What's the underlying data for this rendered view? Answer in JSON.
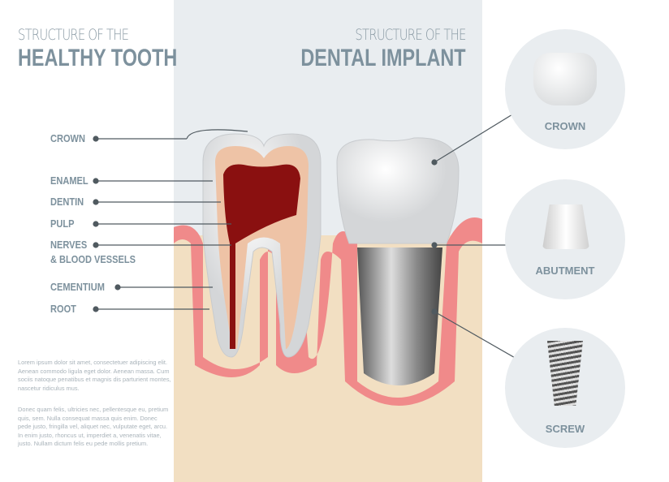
{
  "left_title": {
    "line1": "STRUCTURE OF THE",
    "line2": "HEALTHY TOOTH"
  },
  "right_title": {
    "line1": "STRUCTURE OF THE",
    "line2": "DENTAL IMPLANT"
  },
  "tooth_labels": [
    "CROWN",
    "ENAMEL",
    "DENTIN",
    "PULP",
    "NERVES",
    "& BLOOD VESSELS",
    "CEMENTIUM",
    "ROOT"
  ],
  "implant_parts": [
    {
      "label": "CROWN"
    },
    {
      "label": "ABUTMENT"
    },
    {
      "label": "SCREW"
    }
  ],
  "lorem": {
    "p1": "Lorem ipsum dolor sit amet, consectetuer adipiscing elit. Aenean commodo ligula eget dolor. Aenean massa. Cum sociis natoque penatibus et magnis dis parturient montes, nascetur ridiculus mus.",
    "p2": "Donec quam felis, ultricies nec, pellentesque eu, pretium quis, sem. Nulla consequat massa quis enim. Donec pede justo, fringilla vel, aliquet nec, vulputate eget, arcu. In enim justo, rhoncus ut, imperdiet a, venenatis vitae, justo. Nullam dictum felis eu pede mollis pretium."
  }
}
